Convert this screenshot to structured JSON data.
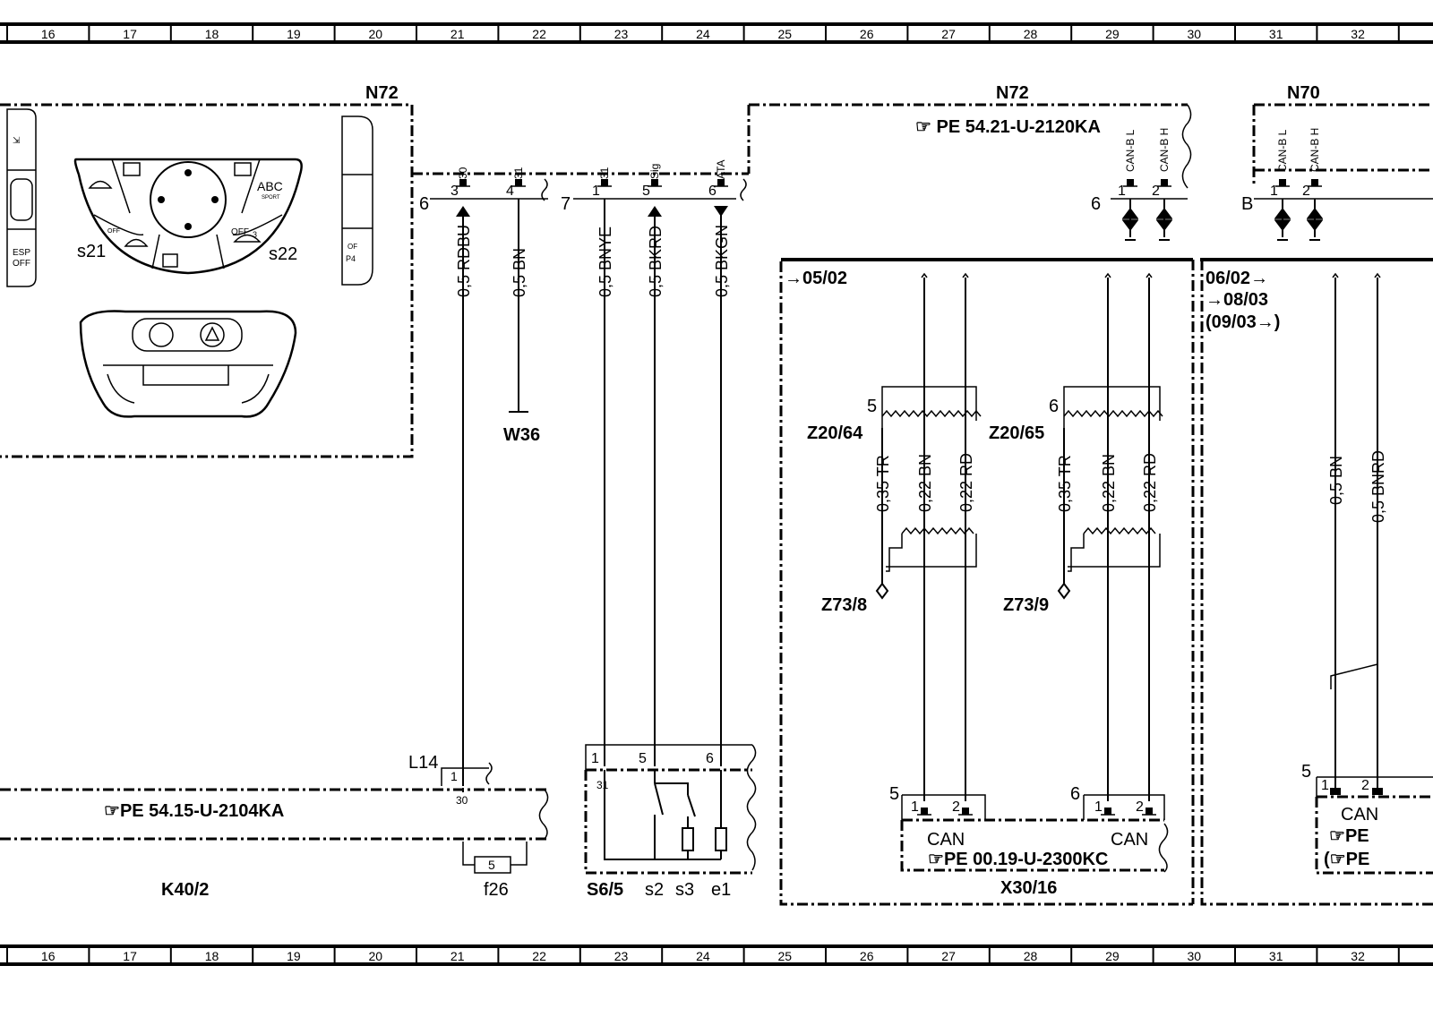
{
  "ruler": {
    "numbers": [
      "16",
      "17",
      "18",
      "19",
      "20",
      "21",
      "22",
      "23",
      "24",
      "25",
      "26",
      "27",
      "28",
      "29",
      "30",
      "31",
      "32"
    ]
  },
  "modules": {
    "n72_left_title": "N72",
    "n72_right_title": "N72",
    "n70_title": "N70",
    "w36": "W36",
    "k40_2": "K40/2",
    "s6_5": "S6/5",
    "x30_16": "X30/16",
    "z20_64": "Z20/64",
    "z20_65": "Z20/65",
    "z73_8": "Z73/8",
    "z73_9": "Z73/9",
    "l14": "L14",
    "f26": "f26",
    "s2": "s2",
    "s3": "s3",
    "e1": "e1"
  },
  "references": {
    "pe_2120": "PE  54.21-U-2120KA",
    "pe_2104": "PE  54.15-U-2104KA",
    "pe_2300": "PE  00.19-U-2300KC",
    "pe_n70_a": "PE",
    "pe_n70_b": "PE",
    "pe_n70_paren": "("
  },
  "control_panel": {
    "s21": "s21",
    "s22": "s22",
    "abc": "ABC",
    "sport": "SPORT",
    "off": "OFF",
    "off3": "OFF",
    "esp": "ESP",
    "esp_off": "OFF",
    "of_p": "OF",
    "p4": "P4",
    "three": "3"
  },
  "connector_n72": {
    "group6": "6",
    "group7": "7",
    "pins": [
      {
        "num": "3",
        "sig": "30",
        "wire": "0,5  RDBU"
      },
      {
        "num": "4",
        "sig": "31",
        "wire": "0,5  BN"
      },
      {
        "num": "1",
        "sig": "31",
        "wire": "0,5  BNYE"
      },
      {
        "num": "5",
        "sig": "Sig",
        "wire": "0,5  BKRD"
      },
      {
        "num": "6",
        "sig": "ATA",
        "wire": "0,5  BKGN"
      }
    ]
  },
  "can_n72": {
    "group": "6",
    "pin1": "1",
    "pin2": "2",
    "sig1": "CAN-B L",
    "sig2": "CAN-B H"
  },
  "can_n70": {
    "group": "B",
    "pin1": "1",
    "pin2": "2",
    "sig1": "CAN-B L",
    "sig2": "CAN-B H"
  },
  "variants": {
    "v1": "05/02",
    "v2a": "06/02",
    "v2b": "08/03",
    "v2c": "(09/03",
    "v2c_end": ")"
  },
  "twisted_pairs": {
    "z64_num": "5",
    "z65_num": "6",
    "tr": "0,35  TR",
    "bn": "0,22  BN",
    "rd": "0,22  RD"
  },
  "n70_wires": {
    "bn": "0,5  BN",
    "bnrd": "0,5  BNRD"
  },
  "x30": {
    "group5": "5",
    "group6": "6",
    "pin1": "1",
    "pin2": "2",
    "can": "CAN"
  },
  "n70_bottom": {
    "group": "5",
    "pin1": "1",
    "pin2": "2",
    "can": "CAN"
  },
  "k40": {
    "pin1": "1",
    "sig30": "30",
    "fuse": "5"
  },
  "s6": {
    "pin1": "1",
    "pin5": "5",
    "pin6": "6",
    "sig31": "31"
  }
}
